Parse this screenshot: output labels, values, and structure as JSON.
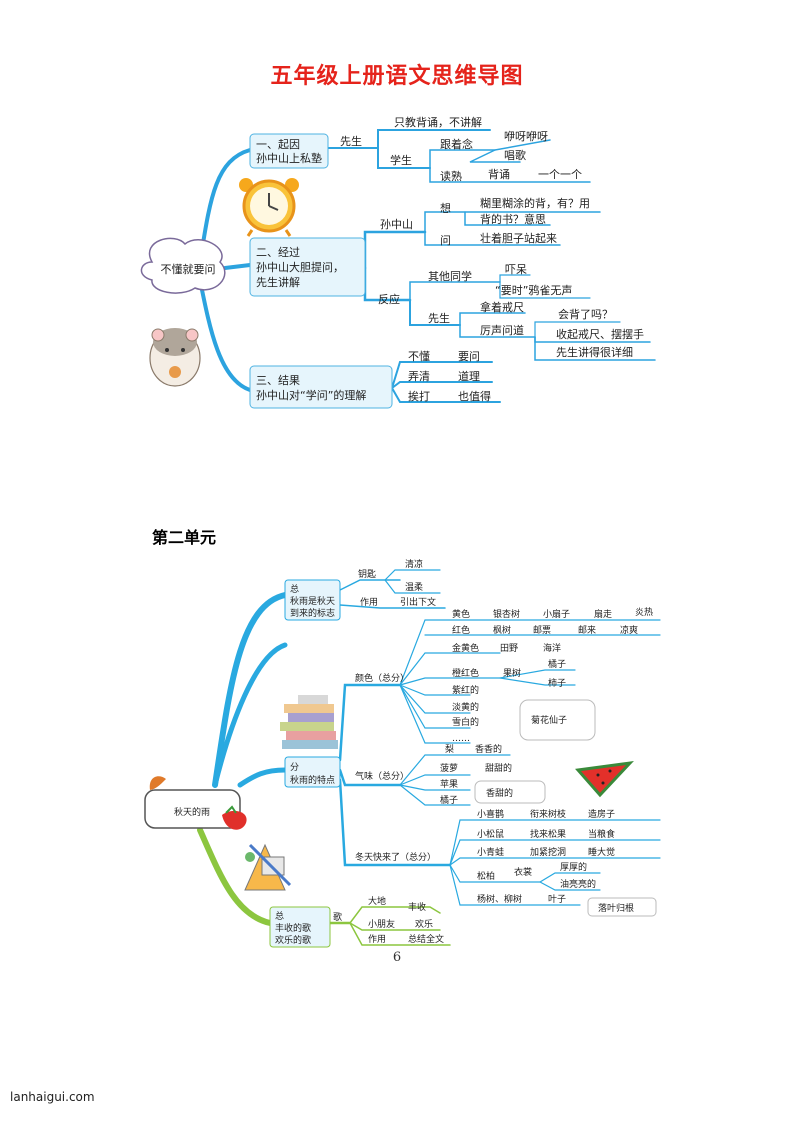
{
  "title": "五年级上册语文思维导图",
  "map1": {
    "center": "不懂就要问",
    "b1": {
      "line1": "一、起因",
      "line2": "孙中山上私塾"
    },
    "xiansheng": "先生",
    "zhijiao": "只教背诵，不讲解",
    "xuesheng": "学生",
    "genzhenian": "跟着念",
    "yiya": "咿呀咿呀",
    "changge": "唱歌",
    "dushu": "读熟",
    "beisong": "背诵",
    "yigeyige": "一个一个",
    "b2": {
      "line1": "二、经过",
      "line2": "孙中山大胆提问，",
      "line3": "先生讲解"
    },
    "sunzhongshan": "孙中山",
    "xiang": "想",
    "hulihutu": "糊里糊涂的背，有？用",
    "beideshu": "背的书？意思",
    "wen": "问",
    "zhuangzhe": "壮着胆子站起来",
    "fanying": "反应",
    "qitatongxue": "其他同学",
    "xiadai": "吓呆",
    "yaoshi": "“要时”鸦雀无声",
    "xiansheng2": "先生",
    "nazhejiechi": "拿着戒尺",
    "lishengwendao": "厉声问道",
    "huibeile": "会背了吗？",
    "shouqi": "收起戒尺、摆摆手",
    "jiangdehen": "先生讲得很详细",
    "b3": {
      "line1": "三、结果",
      "line2": "孙中山对“学问”的理解"
    },
    "budong": "不懂",
    "yaowen": "要问",
    "nongqing": "弄清",
    "daoli": "道理",
    "aida": "挨打",
    "yezhide": "也值得"
  },
  "section2_heading": "第二单元",
  "map2": {
    "center": "秋天的雨",
    "b1": {
      "line1": "总",
      "line2": "秋雨是秋天",
      "line3": "到来的标志"
    },
    "yaoshi": "钥匙",
    "qingliang": "清凉",
    "wenrou": "温柔",
    "zuoyong": "作用",
    "yinchu": "引出下文",
    "b2": {
      "line1": "分",
      "line2": "秋雨的特点"
    },
    "yanse": "颜色（总分）",
    "huangse": "黄色",
    "yinxingshu": "银杏树",
    "xiaoshanzi": "小扇子",
    "shanzou": "扇走",
    "yanre": "炎热",
    "hongse": "红色",
    "fengshu": "枫树",
    "youpiao": "邮票",
    "youlai": "邮来",
    "liangshuang": "凉爽",
    "jinhuangse": "金黄色",
    "tianye": "田野",
    "haiyang": "海洋",
    "chenghongse": "橙红色",
    "guoshu": "果树",
    "juzi": "橘子",
    "shizi": "柿子",
    "zihongde": "紫红的",
    "danhuangde": "淡黄的",
    "xuebaide": "雪白的",
    "ellipsis": "……",
    "juhua": "菊花仙子",
    "qiwei": "气味（总分）",
    "li": "梨",
    "xiangpenpen": "香香的",
    "boluo": "菠萝",
    "tiantiande": "甜甜的",
    "pingguo": "苹果",
    "juzi2": "橘子",
    "xiangtiande": "香甜的",
    "dongtian": "冬天快来了（总分）",
    "xiaoxique": "小喜鹊",
    "xianlaishuzhi": "衔来树枝",
    "zaofangzi": "造房子",
    "xiaosongshu": "小松鼠",
    "zhaolaisongguo": "找来松果",
    "dangliangshi": "当粮食",
    "xiaoqingwa": "小青蛙",
    "jiajinwadong": "加紧挖洞",
    "shuidajiao": "睡大觉",
    "songbai": "松柏",
    "yichang": "衣裳",
    "houhoude": "厚厚的",
    "youliangliang": "油亮亮的",
    "yangshuliushu": "杨树、柳树",
    "yezi": "叶子",
    "luoyeguigen": "落叶归根",
    "b3": {
      "line1": "总",
      "line2": "丰收的歌",
      "line3": "欢乐的歌"
    },
    "ge": "歌",
    "dadi": "大地",
    "fengshou": "丰收",
    "xiaopengyou": "小朋友",
    "huanle": "欢乐",
    "zuoyong2": "作用",
    "zongjie": "总结全文"
  },
  "page_number": "6",
  "footer": "lanhaigui.com",
  "colors": {
    "title": "#e5231b",
    "branch_blue": "#29a9e0",
    "branch_green": "#8cc63f",
    "box_fill": "#e6f5fc"
  }
}
